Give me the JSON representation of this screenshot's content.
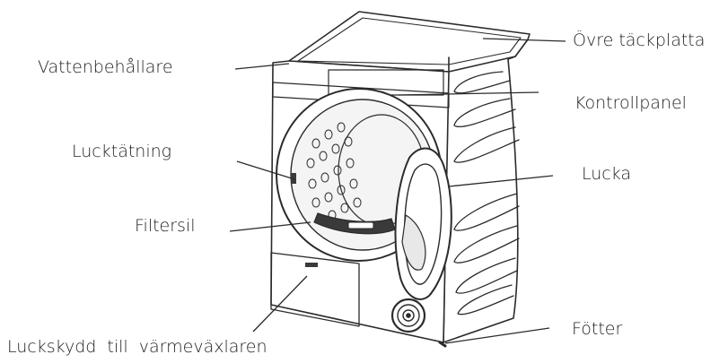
{
  "diagram": {
    "labels": {
      "top_cover": "Övre täckplatta",
      "water_tank": "Vattenbehållare",
      "control_panel": "Kontrollpanel",
      "door_seal": "Lucktätning",
      "door": "Lucka",
      "filter": "Filtersil",
      "feet": "Fötter",
      "heat_exchanger_cover": "Luckskydd  till  värmeväxlaren"
    },
    "colors": {
      "line": "#2b2b2b",
      "body_fill": "#ffffff",
      "drum_fill": "#f4f4f4",
      "dark_part": "#3a3a3a"
    }
  }
}
